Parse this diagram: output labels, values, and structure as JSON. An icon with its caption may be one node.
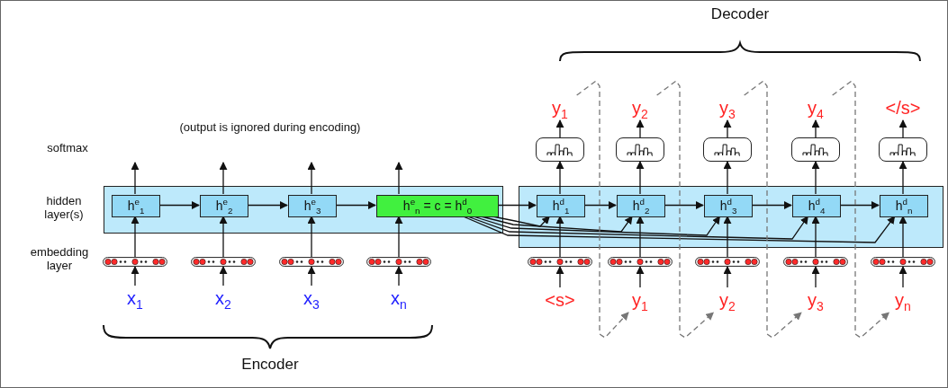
{
  "diagram": {
    "nodes": [
      {
        "text": [],
        "shape": "box"
      },
      {
        "text": [
          "h$^{e}$$_{1}$"
        ],
        "in": 0
      },
      {
        "text": [
          "h$^{e}$$_{2}$"
        ],
        "in": 0
      },
      {
        "text": [
          "h$^{e}$$_{3}$"
        ],
        "in": 0
      },
      {
        "text": [
          "h$^{e}$$_{n}$ = c = h$^{d}$$_{0}$"
        ],
        "in": 0
      },
      {
        "text": [],
        "shape": "box"
      },
      {
        "text": [
          "h$^{d}$$_{1}$"
        ],
        "in": 5
      },
      {
        "text": [
          "h$^{d}$$_{2}$"
        ],
        "in": 5
      },
      {
        "text": [
          "h$^{d}$$_{3}$"
        ],
        "in": 5
      },
      {
        "text": [
          "h$^{d}$$_{4}$"
        ],
        "in": 5
      },
      {
        "text": [
          "h$^{d}$$_{n}$"
        ],
        "in": 5
      },
      {
        "text": [],
        "shape": "box"
      },
      {
        "text": [],
        "shape": "box"
      },
      {
        "text": [],
        "shape": "box"
      },
      {
        "text": [],
        "shape": "box"
      },
      {
        "text": [],
        "shape": "box"
      },
      {
        "text": [
          "y$_{1}$"
        ]
      },
      {
        "text": [
          "y$_{2}$"
        ]
      },
      {
        "text": [
          "y$_{3}$"
        ]
      },
      {
        "text": [
          "y$_{4}$"
        ]
      },
      {
        "text": [
          "</s>"
        ]
      },
      {
        "text": [],
        "shape": "bar"
      },
      {
        "text": [],
        "shape": "bar"
      },
      {
        "text": [],
        "shape": "bar"
      },
      {
        "text": [],
        "shape": "bar"
      },
      {
        "text": [],
        "shape": "bar"
      },
      {
        "text": [],
        "shape": "bar"
      },
      {
        "text": [],
        "shape": "bar"
      },
      {
        "text": [],
        "shape": "bar"
      },
      {
        "text": [],
        "shape": "bar"
      },
      {
        "text": [
          "x$_{1}$"
        ]
      },
      {
        "text": [
          "x$_{2}$"
        ]
      },
      {
        "text": [
          "x$_{3}$"
        ]
      },
      {
        "text": [
          "x$_{n}$"
        ]
      },
      {
        "text": [
          "<s>"
        ]
      },
      {
        "text": [
          "y$_{1}$"
        ]
      },
      {
        "text": [
          "y$_{2}$"
        ]
      },
      {
        "text": [
          "y$_{3}$"
        ]
      },
      {
        "text": [
          "y$_{n}$"
        ]
      }
    ],
    "edges": [
      {
        "from": 1,
        "to": 2,
        "arrow": "to"
      },
      {
        "from": 2,
        "to": 3,
        "arrow": "to"
      },
      {
        "from": 3,
        "to": 4,
        "arrow": "to"
      },
      {
        "from": 1,
        "to": null,
        "arrow": "to"
      },
      {
        "from": 2,
        "to": null,
        "arrow": "to"
      },
      {
        "from": 3,
        "to": null,
        "arrow": "to"
      },
      {
        "from": 4,
        "to": null,
        "arrow": "to"
      },
      {
        "from": 21,
        "to": 1,
        "arrow": "to"
      },
      {
        "from": 22,
        "to": 2,
        "arrow": "to"
      },
      {
        "from": 23,
        "to": 3,
        "arrow": "to"
      },
      {
        "from": 24,
        "to": 4,
        "arrow": "to"
      },
      {
        "from": 30,
        "to": 21,
        "arrow": "to"
      },
      {
        "from": 31,
        "to": 22,
        "arrow": "to"
      },
      {
        "from": 32,
        "to": 23,
        "arrow": "to"
      },
      {
        "from": 33,
        "to": 24,
        "arrow": "to"
      },
      {
        "from": 4,
        "to": 6,
        "arrow": "to"
      },
      {
        "from": 6,
        "to": 7,
        "arrow": "to"
      },
      {
        "from": 7,
        "to": 8,
        "arrow": "to"
      },
      {
        "from": 8,
        "to": 9,
        "arrow": "to"
      },
      {
        "from": 9,
        "to": 10,
        "arrow": "to"
      },
      {
        "from": 4,
        "to": 6,
        "arrow": "to"
      },
      {
        "from": 4,
        "to": 7,
        "arrow": "to"
      },
      {
        "from": 4,
        "to": 8,
        "arrow": "to"
      },
      {
        "from": 4,
        "to": 9,
        "arrow": "to"
      },
      {
        "from": 4,
        "to": 10,
        "arrow": "to"
      },
      {
        "from": 6,
        "to": 11,
        "arrow": "to"
      },
      {
        "from": 7,
        "to": 12,
        "arrow": "to"
      },
      {
        "from": 8,
        "to": 13,
        "arrow": "to"
      },
      {
        "from": 9,
        "to": 14,
        "arrow": "to"
      },
      {
        "from": 10,
        "to": 15,
        "arrow": "to"
      },
      {
        "from": 11,
        "to": 16,
        "arrow": "to"
      },
      {
        "from": 12,
        "to": 17,
        "arrow": "to"
      },
      {
        "from": 13,
        "to": 18,
        "arrow": "to"
      },
      {
        "from": 14,
        "to": 19,
        "arrow": "to"
      },
      {
        "from": 15,
        "to": 20,
        "arrow": "to"
      },
      {
        "from": 25,
        "to": 6,
        "arrow": "to"
      },
      {
        "from": 26,
        "to": 7,
        "arrow": "to"
      },
      {
        "from": 27,
        "to": 8,
        "arrow": "to"
      },
      {
        "from": 28,
        "to": 9,
        "arrow": "to"
      },
      {
        "from": 29,
        "to": 10,
        "arrow": "to"
      },
      {
        "from": 34,
        "to": 25,
        "arrow": "to"
      },
      {
        "from": 35,
        "to": 26,
        "arrow": "to"
      },
      {
        "from": 36,
        "to": 27,
        "arrow": "to"
      },
      {
        "from": 37,
        "to": 28,
        "arrow": "to"
      },
      {
        "from": 38,
        "to": 29,
        "arrow": "to"
      },
      {
        "from": 16,
        "to": 35,
        "arrow": "to",
        "style": "dashed",
        "color": "#777777"
      },
      {
        "from": 17,
        "to": 36,
        "arrow": "to",
        "style": "dashed",
        "color": "#777777"
      },
      {
        "from": 18,
        "to": 37,
        "arrow": "to",
        "style": "dashed",
        "color": "#777777"
      },
      {
        "from": 19,
        "to": 38,
        "arrow": "to",
        "style": "dashed",
        "color": "#777777"
      }
    ],
    "labels": [
      "Decoder",
      "(output is ignored during encoding)",
      "softmax",
      "hidden layer(s)",
      "embedding layer",
      "Encoder"
    ]
  }
}
